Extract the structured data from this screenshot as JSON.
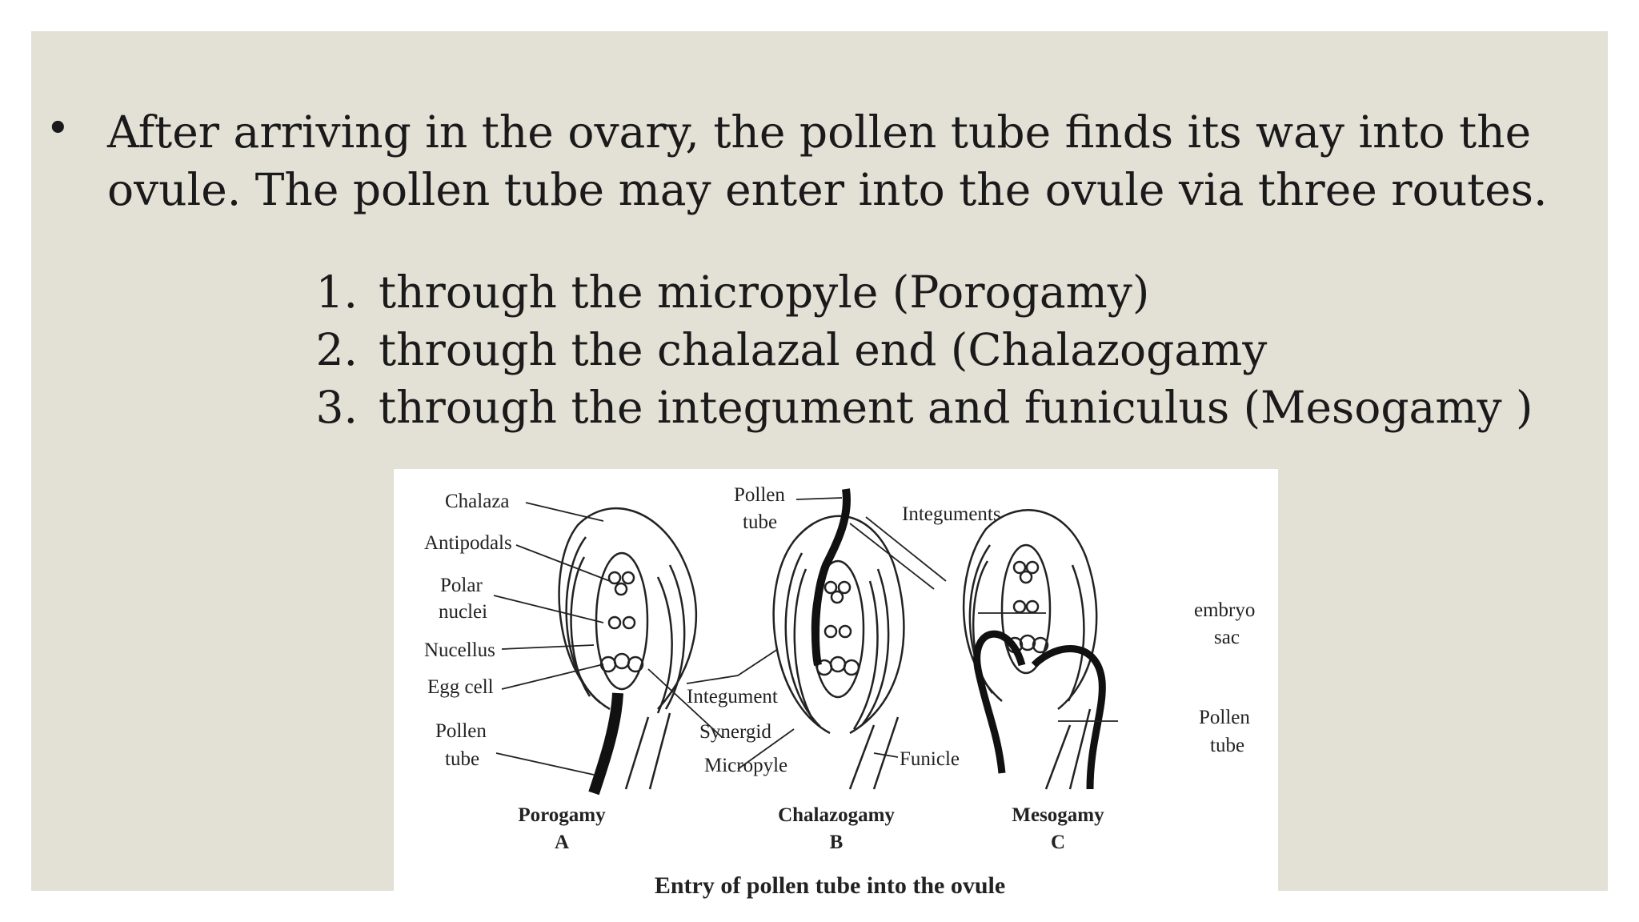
{
  "bullet": {
    "text": "After arriving in the ovary, the pollen tube finds its way into the ovule. The pollen tube may enter into the ovule via three routes."
  },
  "routes": [
    {
      "num": "1.",
      "text": "through the micropyle (Porogamy)"
    },
    {
      "num": "2.",
      "text": "through the chalazal end (Chalazogamy"
    },
    {
      "num": "3.",
      "text": "through the integument and funiculus (Mesogamy )"
    }
  ],
  "figure": {
    "labels": {
      "chalaza": "Chalaza",
      "antipodals": "Antipodals",
      "polar_1": "Polar",
      "polar_2": "nuclei",
      "nucellus": "Nucellus",
      "egg_cell": "Egg cell",
      "pollen_tube_a_1": "Pollen",
      "pollen_tube_a_2": "tube",
      "pollen_tube_b_1": "Pollen",
      "pollen_tube_b_2": "tube",
      "integument": "Integument",
      "synergid": "Synergid",
      "micropyle": "Micropyle",
      "integuments": "Integuments",
      "funicle": "Funicle",
      "embryo_sac_1": "embryo",
      "embryo_sac_2": "sac",
      "pollen_tube_c_1": "Pollen",
      "pollen_tube_c_2": "tube"
    },
    "panels": [
      {
        "name": "Porogamy",
        "letter": "A"
      },
      {
        "name": "Chalazogamy",
        "letter": "B"
      },
      {
        "name": "Mesogamy",
        "letter": "C"
      }
    ],
    "caption": "Entry of pollen tube into the ovule"
  }
}
